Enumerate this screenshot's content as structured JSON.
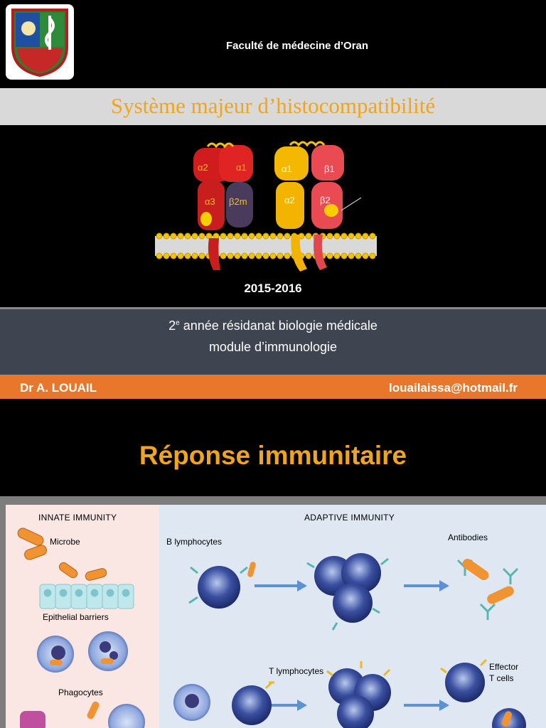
{
  "slide1": {
    "faculty": "Faculté de médecine d’Oran",
    "title": "Système majeur d’histocompatibilité",
    "figure_labels": {
      "class1": [
        "α2",
        "α1",
        "α3",
        "β2m"
      ],
      "class2": [
        "α1",
        "β1",
        "α2",
        "β2"
      ]
    },
    "year": "2015-2016",
    "subtitle_ordinal": "2",
    "subtitle_sup": "e",
    "subtitle_rest": " année résidanat biologie médicale",
    "subtitle_line2": "module d’immunologie",
    "author": "Dr A. LOUAIL",
    "email": "louailaissa@hotmail.fr"
  },
  "slide2": {
    "heading": "Réponse immunitaire",
    "figure": {
      "innate_title": "INNATE IMMUNITY",
      "adaptive_title": "ADAPTIVE IMMUNITY",
      "microbe": "Microbe",
      "epithelial": "Epithelial barriers",
      "phagocytes": "Phagocytes",
      "b_lymphocytes": "B lymphocytes",
      "antibodies": "Antibodies",
      "t_lymphocytes": "T lymphocytes",
      "effector_line1": "Effector",
      "effector_line2": "T cells"
    }
  },
  "colors": {
    "accent": "#f0a51a",
    "band_gray": "#d9d9d9",
    "band_slate": "#3f4550",
    "band_orange": "#e8772c"
  }
}
